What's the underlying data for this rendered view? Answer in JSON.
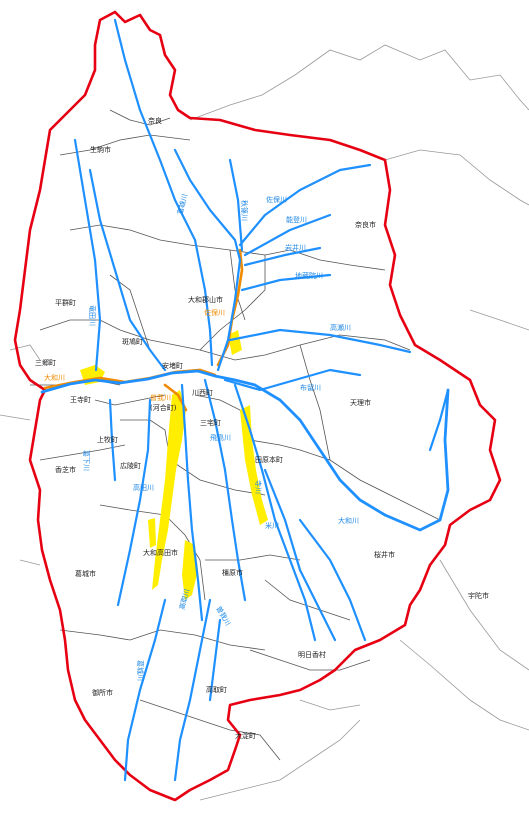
{
  "municipalities": {
    "nara": "奈良市",
    "ikoma": "生駒市",
    "heguri": "平群町",
    "ikaruga": "斑鳩町",
    "sango": "三郷町",
    "oji": "王寺町",
    "kashiba": "香芝市",
    "kanmaki": "上牧町",
    "koryo": "広陵町",
    "yamatokoriyama": "大和郡山市",
    "ando": "安堵町",
    "kawanishi": "川西町",
    "miyake": "三宅町",
    "tawaramoto": "田原本町",
    "tenri": "天理市",
    "kawai": "(河合町)",
    "yamatotakada": "大和高田市",
    "katsuragi": "葛城市",
    "kashihara": "橿原市",
    "sakurai": "桜井市",
    "uda": "宇陀市",
    "asuka": "明日香村",
    "gose": "御所市",
    "takatori": "高取町",
    "oyodo": "大淀町",
    "small_north": "奈良"
  },
  "rivers": {
    "akishino": "秋篠川",
    "tomio": "富雄川",
    "saho_upper": "佐保川",
    "notogawa": "能登川",
    "iwai": "岩井川",
    "jizoin": "地蔵院川",
    "saho_lower": "佐保川",
    "takase": "高瀬川",
    "tatsuta": "竜田川",
    "yamato_west": "大和川",
    "soga_mid": "曽我川",
    "fuse": "布留川",
    "yamato_east": "大和川",
    "asuka": "飛鳥川",
    "teragawa": "寺川",
    "yone": "米川",
    "takada": "高田川",
    "katsuge": "葛下川",
    "soga_south": "曽我川",
    "katsuragi": "葛城川",
    "takatori": "高取川"
  },
  "colors": {
    "basin_boundary": "#e60012",
    "river": "#1e90ff",
    "flood_orange": "#f08a00",
    "flood_yellow": "#ffee00",
    "municipal_boundary": "#555555"
  }
}
